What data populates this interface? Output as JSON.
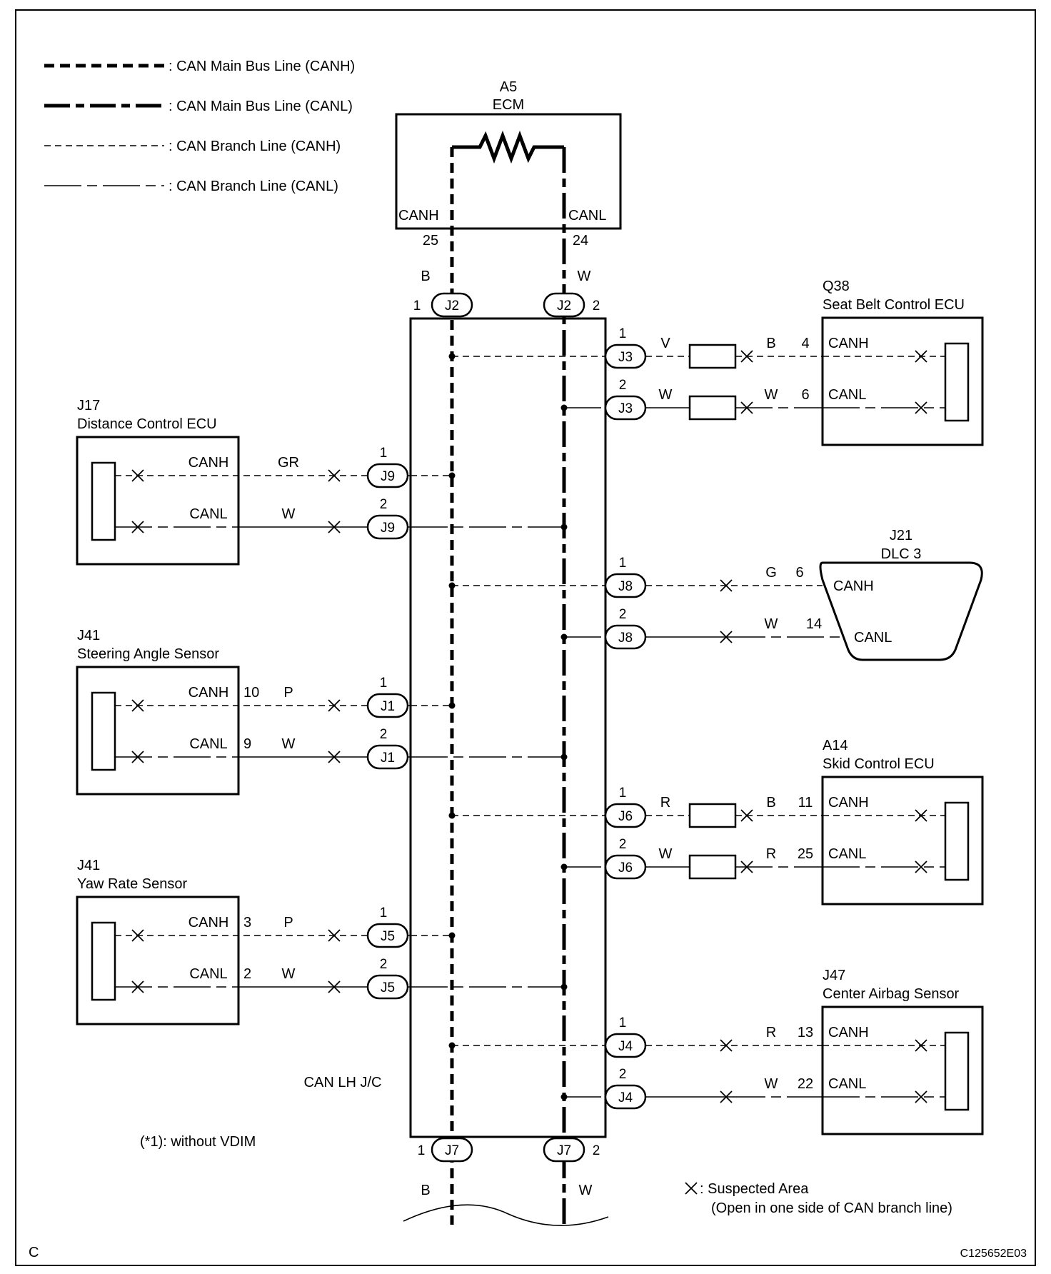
{
  "legend": [
    {
      "style": "main-h",
      "text": ": CAN Main Bus Line (CANH)"
    },
    {
      "style": "main-l",
      "text": ": CAN Main Bus Line (CANL)"
    },
    {
      "style": "branch-h",
      "text": ": CAN Branch Line (CANH)"
    },
    {
      "style": "branch-l",
      "text": ": CAN Branch Line (CANL)"
    }
  ],
  "ecm": {
    "code": "A5",
    "name": "ECM",
    "canh_label": "CANH",
    "canl_label": "CANL",
    "canh_pin": "25",
    "canl_pin": "24",
    "canh_wire": "B",
    "canl_wire": "W"
  },
  "junction": {
    "label": "CAN LH J/C",
    "top_connector": "J2",
    "top_pin_left": "1",
    "top_pin_right": "2",
    "bottom_connector": "J7",
    "bottom_pin_left": "1",
    "bottom_pin_right": "2",
    "bottom_wire_left": "B",
    "bottom_wire_right": "W"
  },
  "left_components": [
    {
      "code": "J17",
      "name": "Distance Control ECU",
      "connector": "J9",
      "canh": {
        "label": "CANH",
        "pin": "",
        "wire": "GR",
        "jc_pin": "1"
      },
      "canl": {
        "label": "CANL",
        "pin": "",
        "wire": "W",
        "jc_pin": "2"
      }
    },
    {
      "code": "J41",
      "name": "Steering Angle Sensor",
      "connector": "J1",
      "canh": {
        "label": "CANH",
        "pin": "10",
        "wire": "P",
        "jc_pin": "1"
      },
      "canl": {
        "label": "CANL",
        "pin": "9",
        "wire": "W",
        "jc_pin": "2"
      }
    },
    {
      "code": "J41",
      "name": "Yaw Rate Sensor",
      "connector": "J5",
      "canh": {
        "label": "CANH",
        "pin": "3",
        "wire": "P",
        "jc_pin": "1"
      },
      "canl": {
        "label": "CANL",
        "pin": "2",
        "wire": "W",
        "jc_pin": "2"
      }
    }
  ],
  "right_components": [
    {
      "code": "Q38",
      "name": "Seat Belt Control ECU",
      "connector": "J3",
      "inline": true,
      "canh": {
        "label": "CANH",
        "pin": "4",
        "wire_jc": "V",
        "wire_ecu": "B",
        "jc_pin": "1"
      },
      "canl": {
        "label": "CANL",
        "pin": "6",
        "wire_jc": "W",
        "wire_ecu": "W",
        "jc_pin": "2"
      }
    },
    {
      "code": "J21",
      "name": "DLC 3",
      "connector": "J8",
      "inline": false,
      "canh": {
        "label": "CANH",
        "pin": "6",
        "wire_jc": "",
        "wire_ecu": "G",
        "jc_pin": "1"
      },
      "canl": {
        "label": "CANL",
        "pin": "14",
        "wire_jc": "",
        "wire_ecu": "W",
        "jc_pin": "2"
      }
    },
    {
      "code": "A14",
      "name": "Skid Control ECU",
      "connector": "J6",
      "inline": true,
      "canh": {
        "label": "CANH",
        "pin": "11",
        "wire_jc": "R",
        "wire_ecu": "B",
        "jc_pin": "1"
      },
      "canl": {
        "label": "CANL",
        "pin": "25",
        "wire_jc": "W",
        "wire_ecu": "R",
        "jc_pin": "2"
      }
    },
    {
      "code": "J47",
      "name": "Center Airbag Sensor",
      "connector": "J4",
      "inline": false,
      "canh": {
        "label": "CANH",
        "pin": "13",
        "wire_jc": "",
        "wire_ecu": "R",
        "jc_pin": "1"
      },
      "canl": {
        "label": "CANL",
        "pin": "22",
        "wire_jc": "",
        "wire_ecu": "W",
        "jc_pin": "2"
      }
    }
  ],
  "footnote": "(*1): without VDIM",
  "suspected": {
    "line1": ": Suspected Area",
    "line2": "(Open in one side of CAN branch line)"
  },
  "corner_letter": "C",
  "figure_code": "C125652E03"
}
